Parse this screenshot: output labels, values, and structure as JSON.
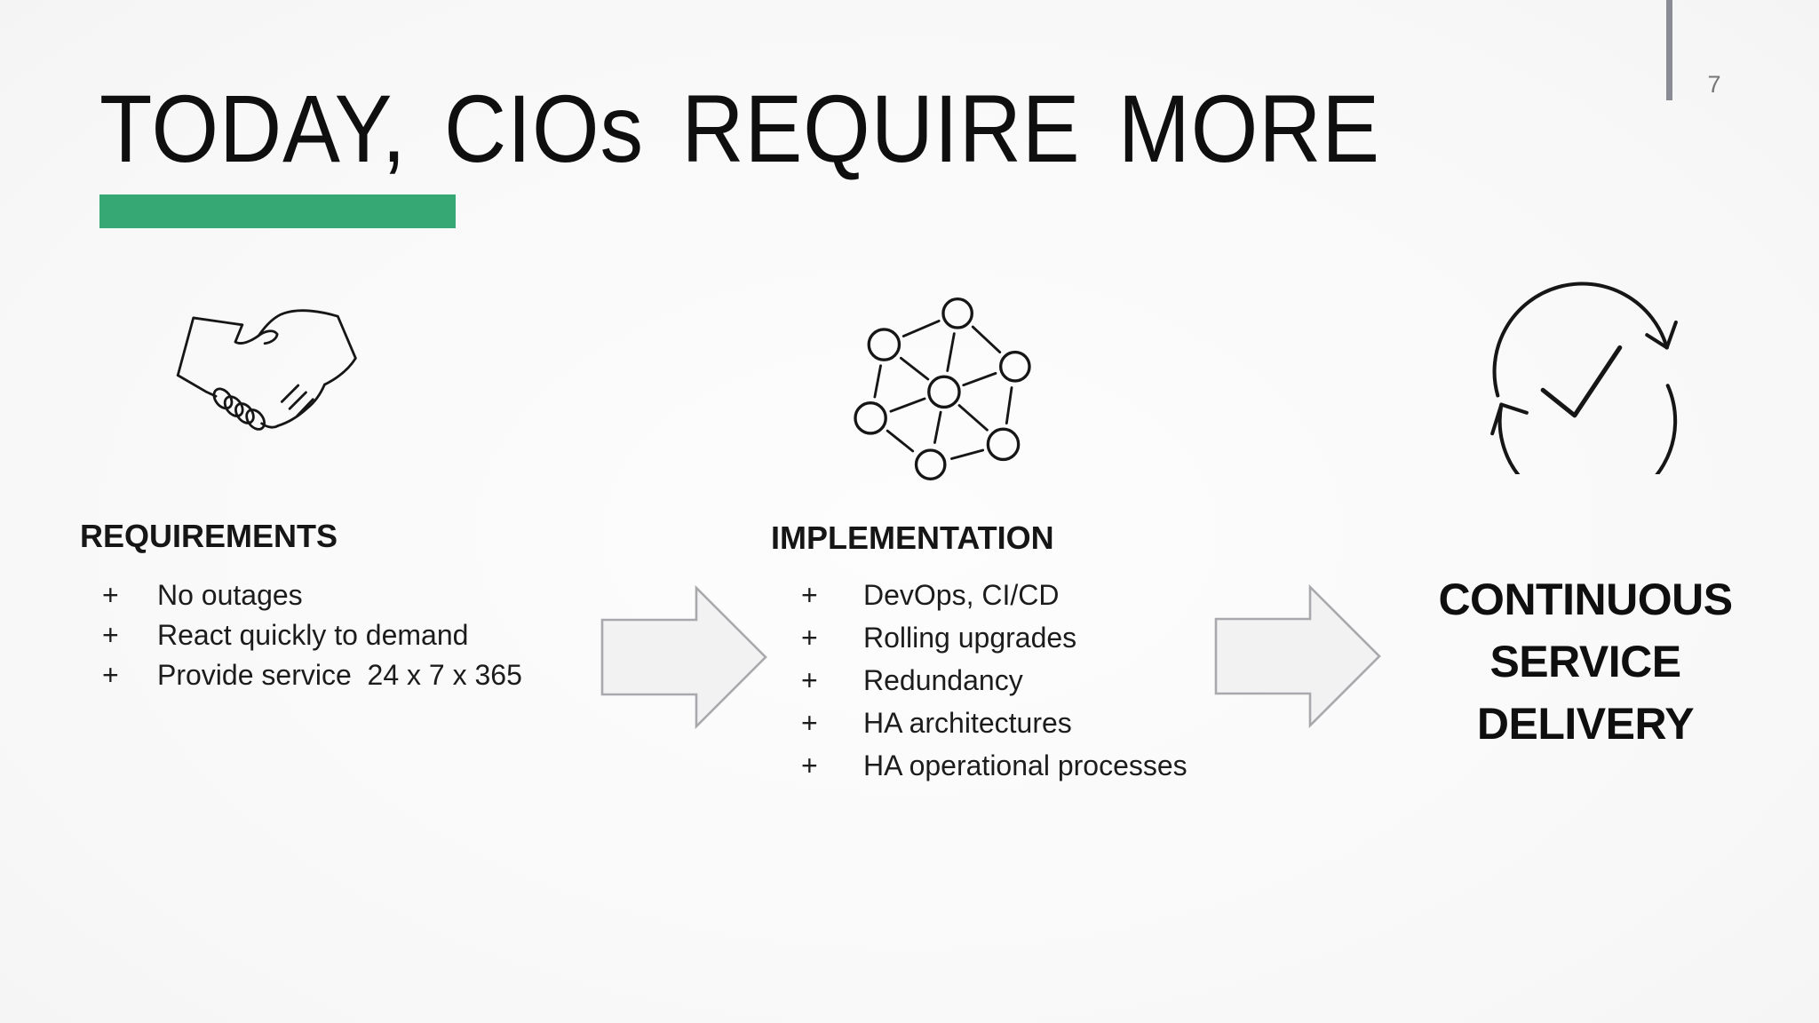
{
  "slide": {
    "title": "TODAY, CIOs REQUIRE MORE",
    "page_number": "7"
  },
  "colors": {
    "accent_green": "#35a874",
    "marker_gray": "#8b8b95",
    "pagenum_gray": "#767676",
    "arrow_fill": "#f2f2f3",
    "arrow_border": "#a9a9ad",
    "text_black": "#161616"
  },
  "bullet_char": "+",
  "requirements": {
    "icon": "handshake-icon",
    "heading": "REQUIREMENTS",
    "items": [
      "No outages",
      "React quickly to demand",
      "Provide service  24 x 7 x 365"
    ]
  },
  "implementation": {
    "icon": "network-icon",
    "heading": "IMPLEMENTATION",
    "items": [
      "DevOps, CI/CD",
      "Rolling upgrades",
      "Redundancy",
      "HA architectures",
      "HA operational processes"
    ]
  },
  "outcome": {
    "icon": "continuous-cycle-check-icon",
    "lines": [
      "CONTINUOUS",
      "SERVICE",
      "DELIVERY"
    ]
  }
}
